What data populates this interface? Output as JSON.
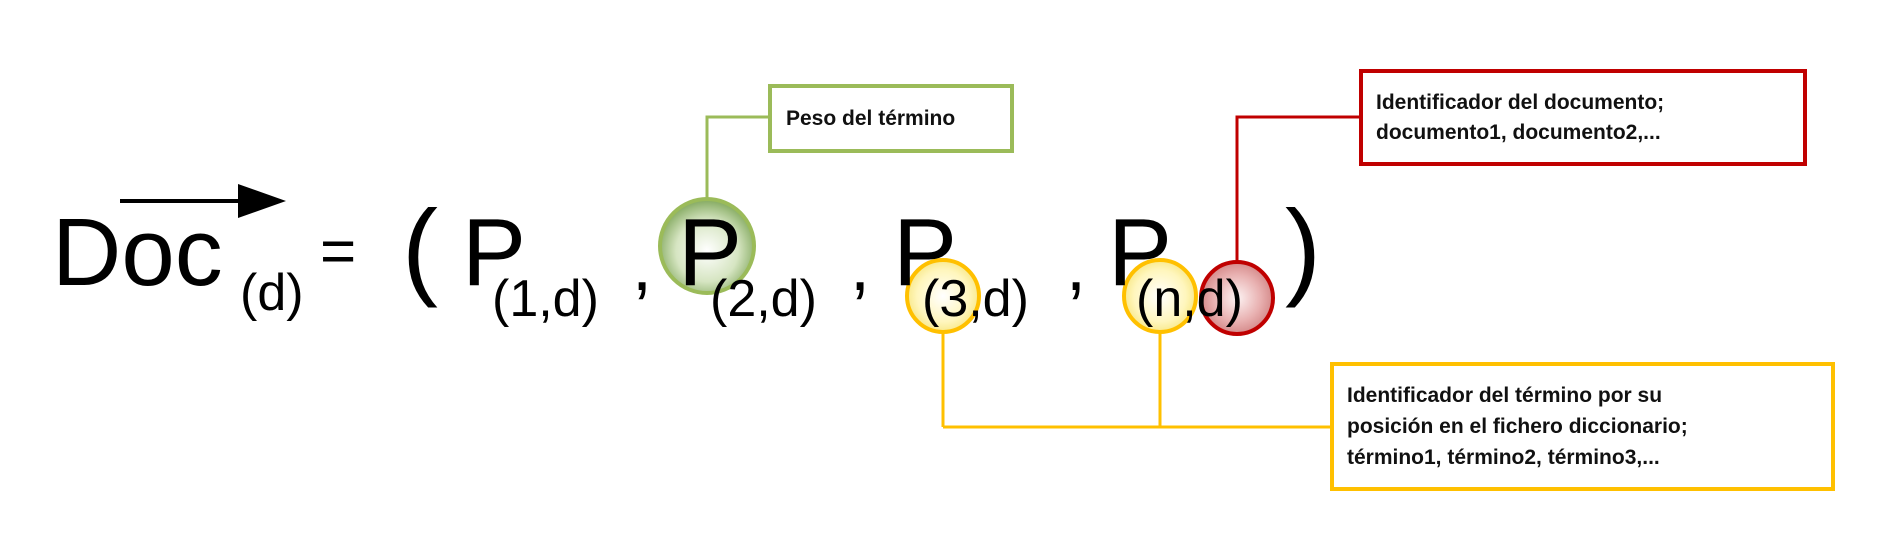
{
  "formula": {
    "main": "Doc",
    "main_sub": "(d)",
    "equals": "=",
    "open_paren": "(",
    "close_paren": ")",
    "comma": ",",
    "terms": [
      {
        "symbol": "P",
        "sub": "(1,d)"
      },
      {
        "symbol": "P",
        "sub": "(2,d)"
      },
      {
        "symbol": "P",
        "sub": "(3,d)"
      },
      {
        "symbol": "P",
        "sub": "(n,d)"
      }
    ]
  },
  "callouts": {
    "weight": {
      "lines": [
        "Peso del término"
      ],
      "color": "#9bbb59"
    },
    "document": {
      "lines": [
        "Identificador del documento;",
        "documento1, documento2,..."
      ],
      "color": "#c00000"
    },
    "term": {
      "lines": [
        "Identificador del término por su",
        "posición en el fichero diccionario;",
        "término1, término2, término3,..."
      ],
      "color": "#ffc000"
    }
  }
}
